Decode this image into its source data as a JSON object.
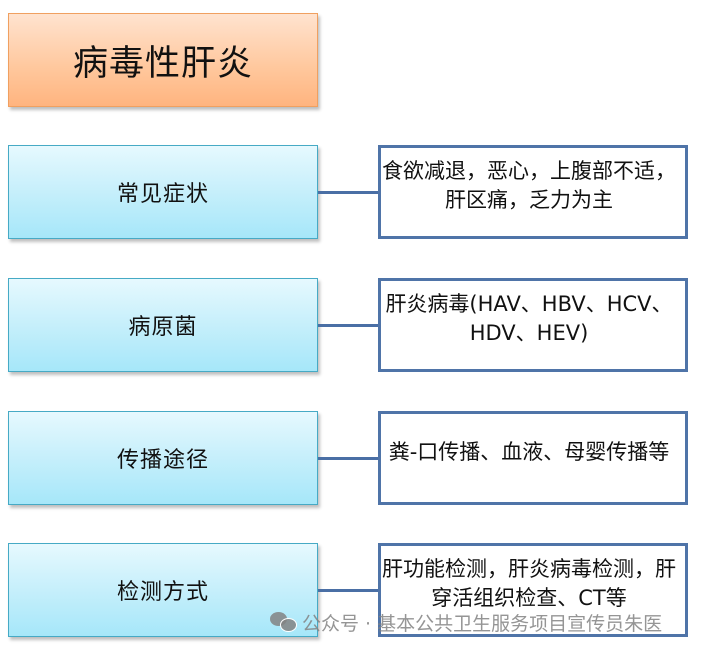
{
  "diagram": {
    "title": "病毒性肝炎",
    "rows": [
      {
        "category": "常见症状",
        "description": "食欲减退，恶心，上腹部不适，肝区痛，乏力为主"
      },
      {
        "category": "病原菌",
        "description": "肝炎病毒(HAV、HBV、HCV、HDV、HEV)"
      },
      {
        "category": "传播途径",
        "description": "粪-口传播、血液、母婴传播等"
      },
      {
        "category": "检测方式",
        "description": "肝功能检测，肝炎病毒检测，肝穿活组织检查、CT等"
      }
    ]
  },
  "watermark": {
    "icon": "wechat-icon",
    "text": "公众号 · 基本公共卫生服务项目宣传员朱医"
  },
  "colors": {
    "title_fill": "#ffc79c",
    "category_fill": "#c6effb",
    "connector": "#4a6fa5",
    "desc_border": "#4f74a8"
  }
}
